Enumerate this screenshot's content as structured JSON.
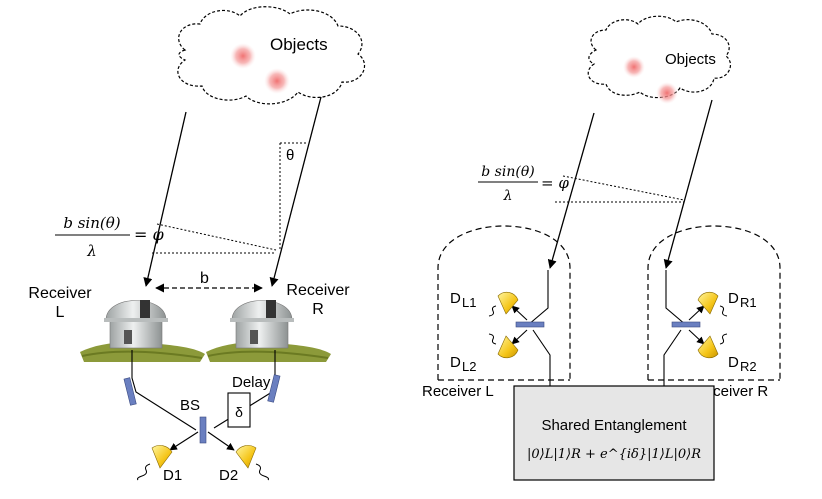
{
  "left_panel": {
    "cloud_label": "Objects",
    "angle_label": "θ",
    "formula_numerator": "b sin(θ)",
    "formula_denominator": "λ",
    "formula_rhs": "= φ",
    "baseline_label": "b",
    "receiver_left_line1": "Receiver",
    "receiver_left_line2": "L",
    "receiver_right_line1": "Receiver",
    "receiver_right_line2": "R",
    "delay_label": "Delay",
    "delay_symbol": "δ",
    "beamsplitter_label": "BS",
    "detector1_label": "D1",
    "detector2_label": "D2"
  },
  "right_panel": {
    "cloud_label": "Objects",
    "formula_numerator": "b sin(θ)",
    "formula_denominator": "λ",
    "formula_rhs": "= φ",
    "detectors": {
      "dl1": {
        "main": "D",
        "sub": "L1"
      },
      "dl2": {
        "main": "D",
        "sub": "L2"
      },
      "dr1": {
        "main": "D",
        "sub": "R1"
      },
      "dr2": {
        "main": "D",
        "sub": "R2"
      }
    },
    "receiver_left_label": "Receiver L",
    "receiver_right_label": "Receiver R",
    "entanglement_title": "Shared Entanglement",
    "entanglement_state": "|0⟩L|1⟩R + e^{iδ}|1⟩L|0⟩R"
  },
  "colors": {
    "object_blob": "#f28080",
    "mirror": "#6a7fc0",
    "detector": "#f5c518",
    "dome": "#d9dcdc",
    "grass": "#8c9a3a",
    "entanglement_box": "#e6e6e6"
  }
}
